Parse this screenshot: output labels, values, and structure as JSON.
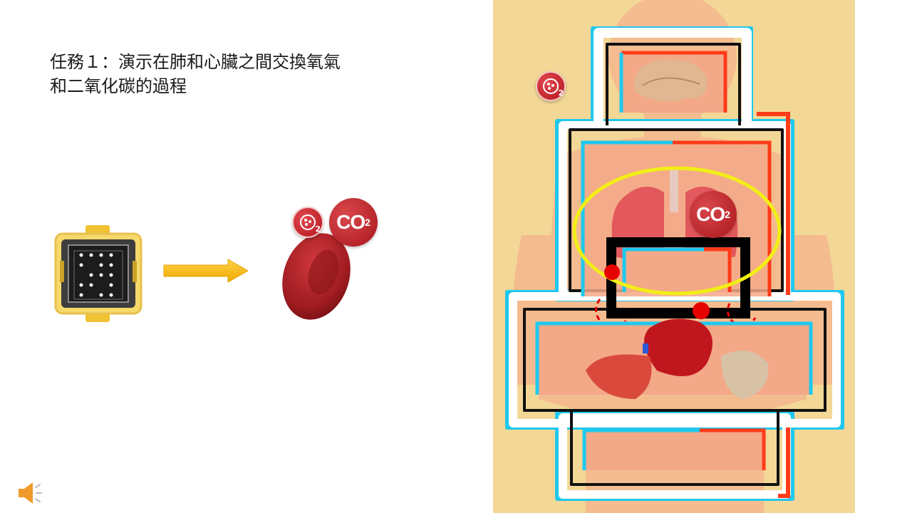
{
  "task": {
    "line1": "任務１：演示在肺和心臟之間交換氧氣",
    "line2": "和二氧化碳的過程"
  },
  "badges": {
    "co2_text": "CO",
    "co2_sub": "2",
    "o2_sub": "2"
  },
  "icons": {
    "speaker": "speaker-icon",
    "arrow": "arrow-right-icon",
    "robot": "microbit-robot-icon",
    "cell": "red-blood-cell-icon"
  },
  "colors": {
    "arrow": "#f5b800",
    "badge_red": "#c0161e",
    "artery": "#ff3b1a",
    "vein": "#1fc8ee",
    "highlight": "#f2ee16",
    "panel_bg": "#f3d796"
  }
}
